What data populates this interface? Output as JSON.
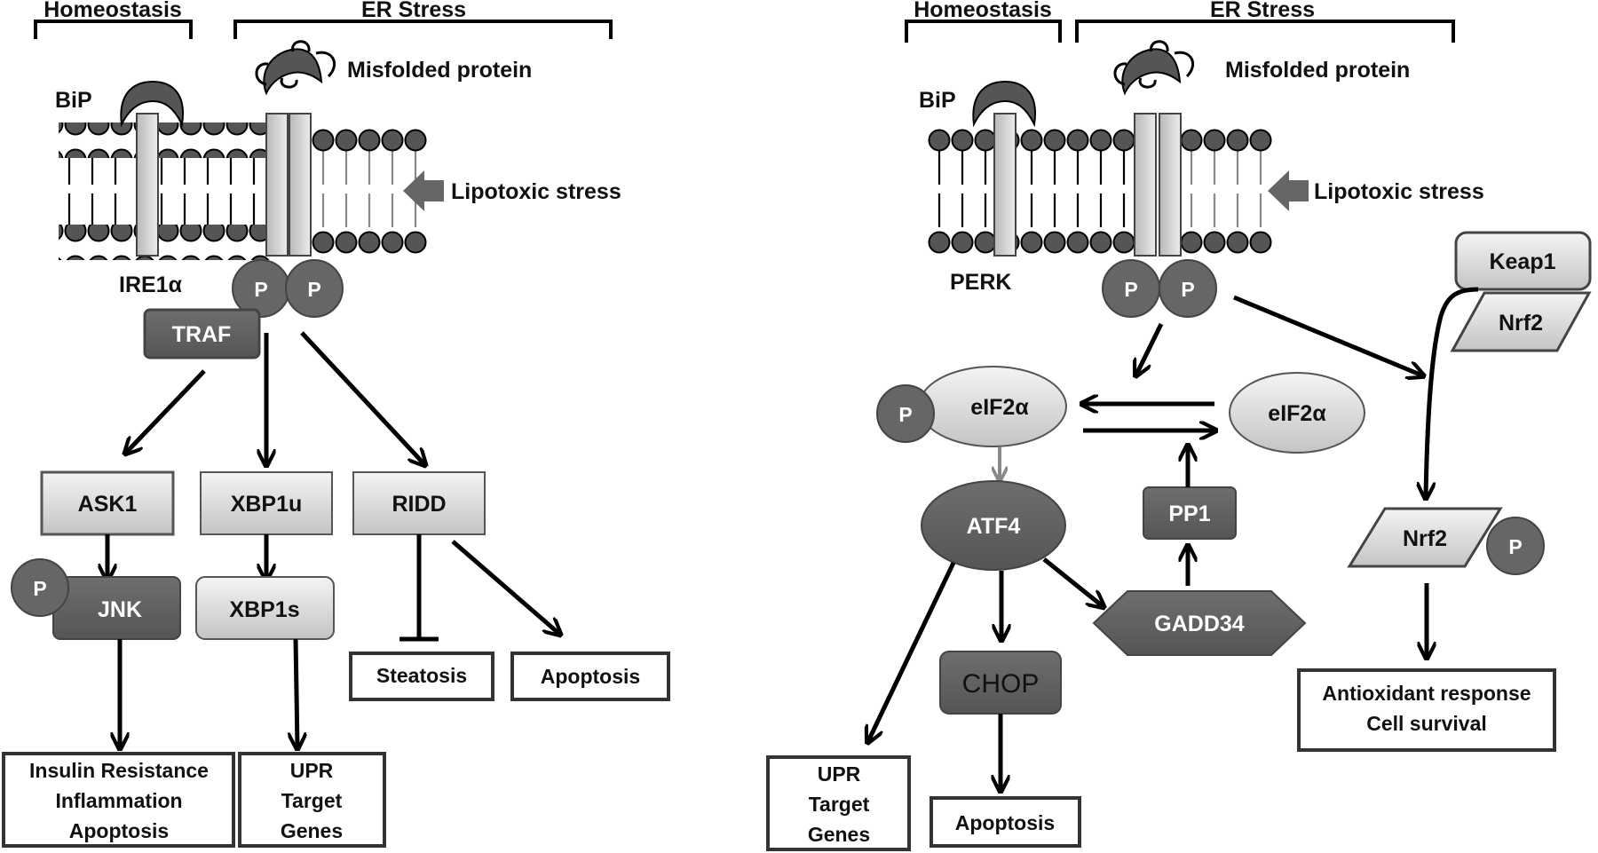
{
  "left_panel": {
    "homeostasis": "Homeostasis",
    "er_stress": "ER Stress",
    "misfolded_protein": "Misfolded protein",
    "bip": "BiP",
    "lipotoxic_stress": "Lipotoxic stress",
    "sensor": "IRE1α",
    "phospho": "P",
    "traf": "TRAF",
    "ask1": "ASK1",
    "xbp1u": "XBP1u",
    "ridd": "RIDD",
    "jnk": "JNK",
    "xbp1s": "XBP1s",
    "steatosis": "Steatosis",
    "apoptosis": "Apoptosis",
    "outcome_insulin": [
      "Insulin Resistance",
      "Inflammation",
      "Apoptosis"
    ],
    "outcome_upr": [
      "UPR",
      "Target",
      "Genes"
    ]
  },
  "right_panel": {
    "homeostasis": "Homeostasis",
    "er_stress": "ER Stress",
    "misfolded_protein": "Misfolded protein",
    "bip": "BiP",
    "lipotoxic_stress": "Lipotoxic stress",
    "sensor": "PERK",
    "phospho": "P",
    "keap1": "Keap1",
    "nrf2": "Nrf2",
    "eif2a": "eIF2α",
    "atf4": "ATF4",
    "pp1": "PP1",
    "gadd34": "GADD34",
    "chop": "CHOP",
    "apoptosis": "Apoptosis",
    "outcome_upr": [
      "UPR",
      "Target",
      "Genes"
    ],
    "outcome_antioxidant": [
      "Antioxidant response",
      "Cell survival"
    ]
  }
}
